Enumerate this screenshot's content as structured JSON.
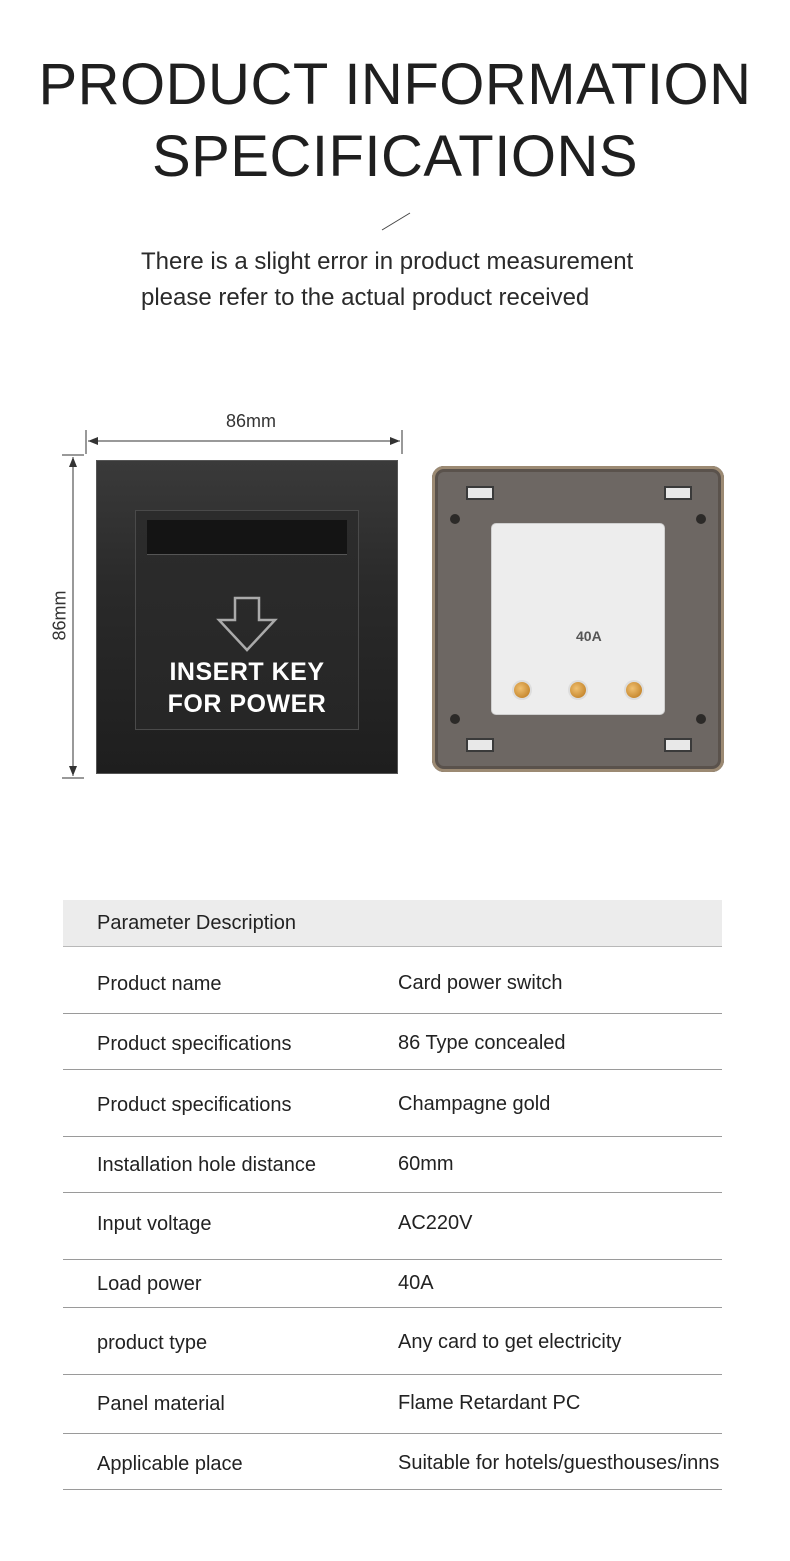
{
  "header": {
    "title_line1": "PRODUCT INFORMATION",
    "title_line2": "SPECIFICATIONS",
    "note_line1": "There is a slight error in product measurement",
    "note_line2": "please refer to the actual product received"
  },
  "figure": {
    "width_label": "86mm",
    "height_label": "86mm",
    "front_text_line1": "INSERT KEY",
    "front_text_line2": "FOR POWER",
    "module_rating": "40A"
  },
  "table": {
    "header": "Parameter Description",
    "rows": [
      {
        "key": "Product name",
        "value": "Card power switch"
      },
      {
        "key": "Product specifications",
        "value": "86 Type concealed"
      },
      {
        "key": "Product specifications",
        "value": "Champagne gold"
      },
      {
        "key": "Installation hole distance",
        "value": "60mm"
      },
      {
        "key": "Input voltage",
        "value": "AC220V"
      },
      {
        "key": "Load power",
        "value": "40A"
      },
      {
        "key": "product type",
        "value": "Any card to get electricity"
      },
      {
        "key": "Panel material",
        "value": "Flame Retardant PC"
      },
      {
        "key": "Applicable place",
        "value": "Suitable for hotels/guesthouses/inns"
      }
    ]
  },
  "colors": {
    "table_header_bg": "#ececec",
    "panel_dark": "#2a2a2a",
    "back_plate": "#6d6763"
  }
}
